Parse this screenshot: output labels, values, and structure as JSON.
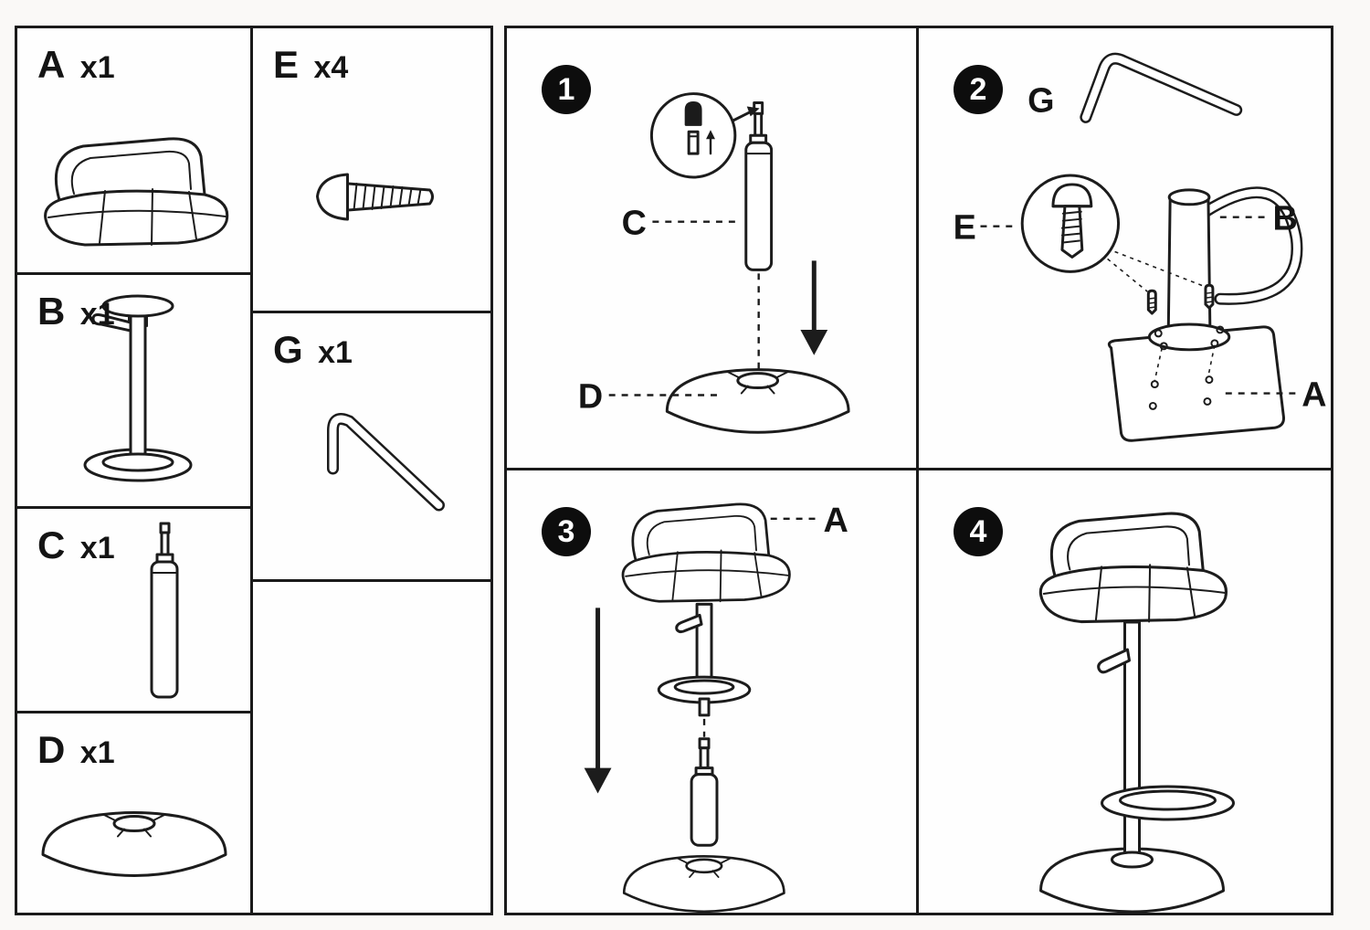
{
  "parts_panel": {
    "items": [
      {
        "label": "A",
        "qty": "x1",
        "depicts": "seat-icon"
      },
      {
        "label": "B",
        "qty": "x1",
        "depicts": "pole-with-footrest-icon"
      },
      {
        "label": "C",
        "qty": "x1",
        "depicts": "gas-cylinder-icon"
      },
      {
        "label": "D",
        "qty": "x1",
        "depicts": "round-base-icon"
      },
      {
        "label": "E",
        "qty": "x4",
        "depicts": "screw-icon"
      },
      {
        "label": "G",
        "qty": "x1",
        "depicts": "hex-key-icon"
      }
    ]
  },
  "steps": {
    "s1": {
      "number": "1",
      "c": "C",
      "d": "D"
    },
    "s2": {
      "number": "2",
      "g": "G",
      "e": "E",
      "b": "B",
      "a": "A"
    },
    "s3": {
      "number": "3",
      "a": "A"
    },
    "s4": {
      "number": "4"
    }
  },
  "colors": {
    "ink": "#1c1c1c",
    "paper": "#fefefe"
  }
}
